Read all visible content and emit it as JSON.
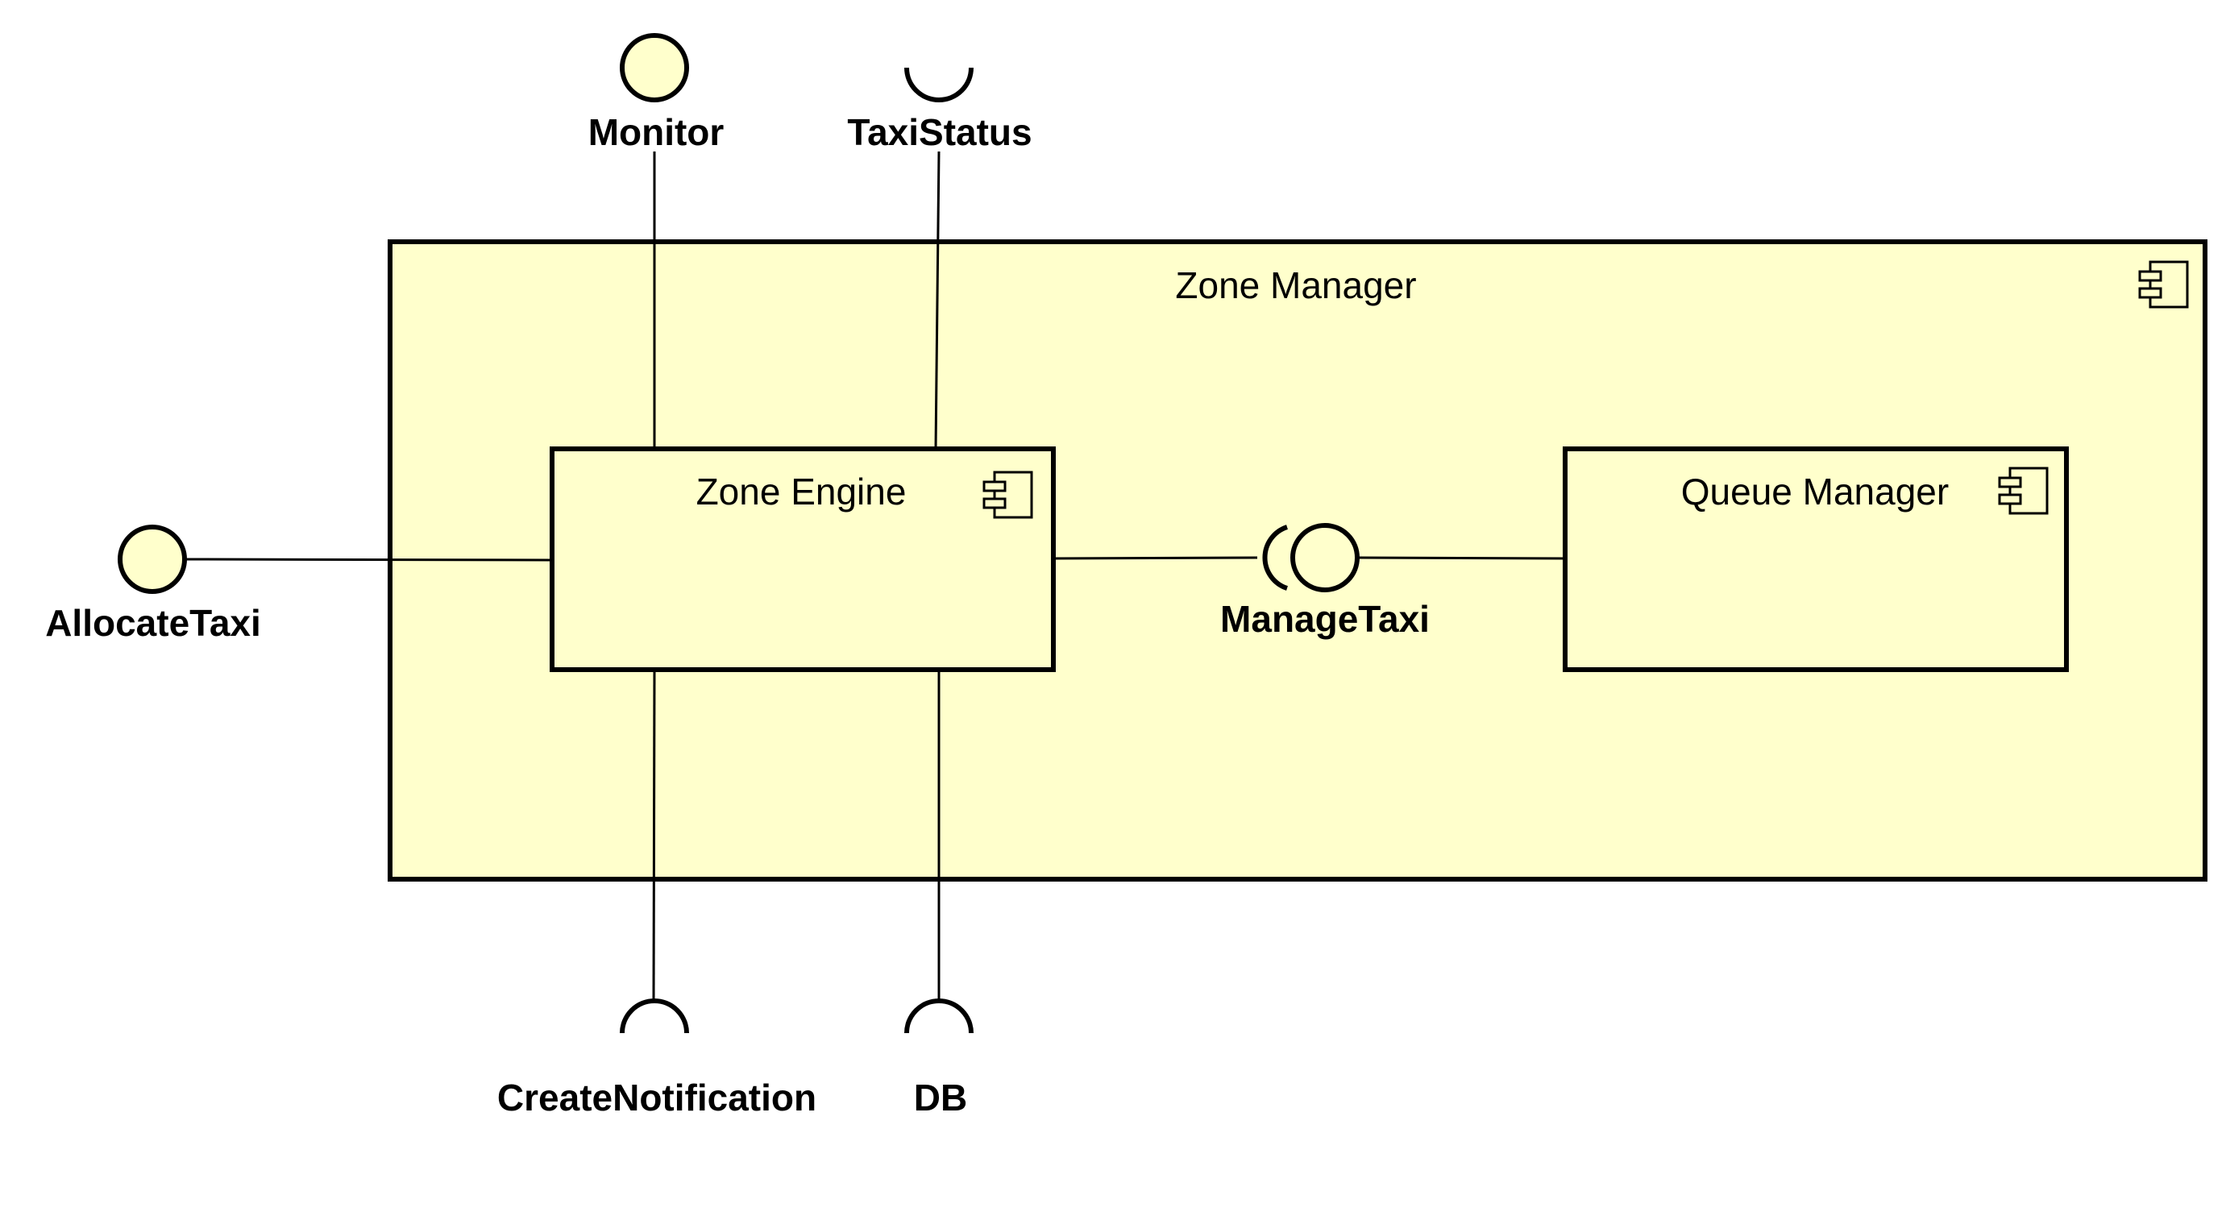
{
  "colors": {
    "component_fill": "#ffffcc",
    "stroke": "#000000",
    "background": "#ffffff"
  },
  "icons": {
    "component": "uml-component-icon",
    "provided_interface": "lollipop-icon",
    "required_interface": "socket-icon"
  },
  "components": {
    "zone_manager": {
      "title": "Zone Manager"
    },
    "zone_engine": {
      "title": "Zone Engine"
    },
    "queue_manager": {
      "title": "Queue Manager"
    }
  },
  "interfaces": {
    "monitor": {
      "label": "Monitor",
      "kind": "provided"
    },
    "taxi_status": {
      "label": "TaxiStatus",
      "kind": "required"
    },
    "allocate_taxi": {
      "label": "AllocateTaxi",
      "kind": "provided"
    },
    "manage_taxi": {
      "label": "ManageTaxi",
      "kind": "assembly"
    },
    "create_notification": {
      "label": "CreateNotification",
      "kind": "required"
    },
    "db": {
      "label": "DB",
      "kind": "required"
    }
  }
}
